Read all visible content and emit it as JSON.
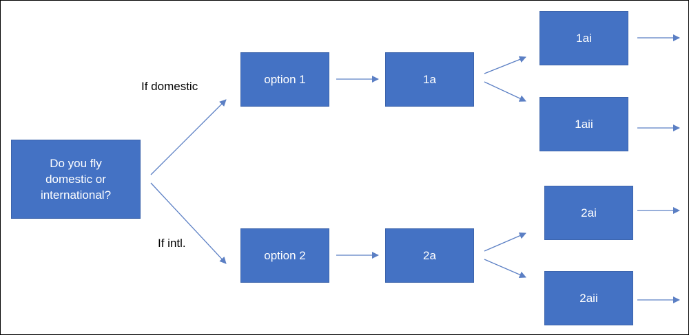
{
  "diagram": {
    "root": {
      "lines": [
        "Do you fly",
        "domestic or",
        "international?"
      ]
    },
    "branches": [
      {
        "edge_label": "If domestic",
        "option": "option 1",
        "step": "1a",
        "leaves": [
          "1ai",
          "1aii"
        ]
      },
      {
        "edge_label": "If intl.",
        "option": "option 2",
        "step": "2a",
        "leaves": [
          "2ai",
          "2aii"
        ]
      }
    ]
  },
  "colors": {
    "box_fill": "#4472c4",
    "box_text": "#ffffff",
    "arrow": "#5b7fc4",
    "label_text": "#000000"
  }
}
